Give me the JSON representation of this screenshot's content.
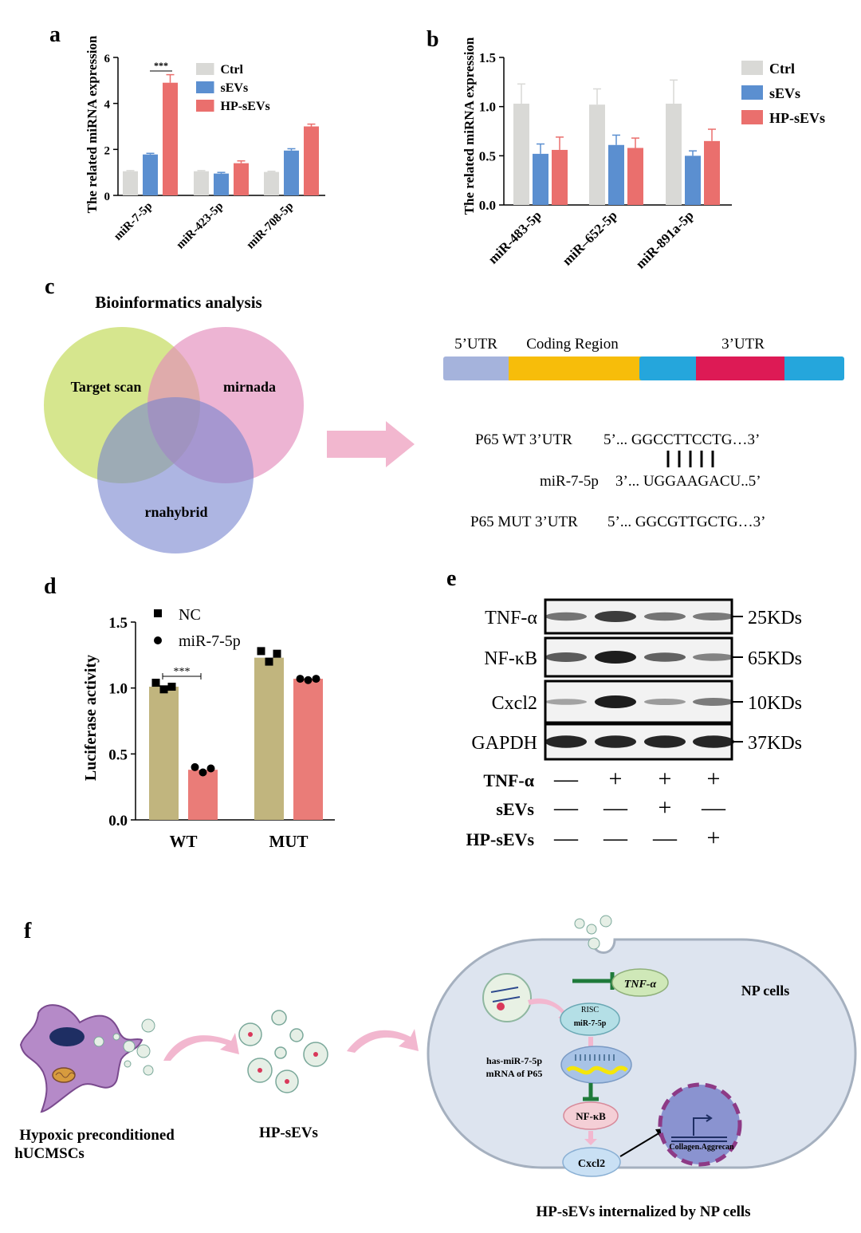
{
  "panel_letters": {
    "a": "a",
    "b": "b",
    "c": "c",
    "d": "d",
    "e": "e",
    "f": "f"
  },
  "colors": {
    "ctrl": "#d9d9d6",
    "sevs": "#5b8fd0",
    "hpsevs": "#ea6f6d",
    "nc_bar": "#c1b57e",
    "mir_bar": "#ea7c78",
    "venn_green": "#cfe27a",
    "venn_pink": "#eba4c8",
    "venn_blue": "#8f9bd6",
    "utr5": "#a5b3dc",
    "coding": "#f7bd0a",
    "utr3": "#25a6dc",
    "seed": "#dd1a55",
    "arrow": "#f2b7cf",
    "cell": "#dde4ef",
    "nucleus": "#8a93d0",
    "nucleus_border": "#8d3a86"
  },
  "chart_data": [
    {
      "panel": "a",
      "type": "bar",
      "categories": [
        "miR-7-5p",
        "miR-423-5p",
        "miR-708-5p"
      ],
      "series": [
        {
          "name": "Ctrl",
          "values": [
            1.05,
            1.05,
            1.02
          ],
          "errors": [
            0.03,
            0.03,
            0.03
          ]
        },
        {
          "name": "sEVs",
          "values": [
            1.78,
            0.95,
            1.95
          ],
          "errors": [
            0.05,
            0.05,
            0.08
          ]
        },
        {
          "name": "HP-sEVs",
          "values": [
            4.9,
            1.4,
            3.0
          ],
          "errors": [
            0.35,
            0.1,
            0.1
          ]
        }
      ],
      "ylabel": "The related miRNA expression",
      "ylim": [
        0,
        6
      ],
      "yticks": [
        0,
        2,
        4,
        6
      ],
      "annotation": "***",
      "legend_placement": "top-right"
    },
    {
      "panel": "b",
      "type": "bar",
      "categories": [
        "miR-483-5p",
        "miR–652-5p",
        "miR-891a-5p"
      ],
      "series": [
        {
          "name": "Ctrl",
          "values": [
            1.03,
            1.02,
            1.03
          ],
          "errors": [
            0.2,
            0.16,
            0.24
          ]
        },
        {
          "name": "sEVs",
          "values": [
            0.52,
            0.61,
            0.5
          ],
          "errors": [
            0.1,
            0.1,
            0.05
          ]
        },
        {
          "name": "HP-sEVs",
          "values": [
            0.56,
            0.58,
            0.65
          ],
          "errors": [
            0.13,
            0.1,
            0.12
          ]
        }
      ],
      "ylabel": "The related miRNA expression",
      "ylim": [
        0,
        1.5
      ],
      "yticks": [
        "0.0",
        "0.5",
        "1.0",
        "1.5"
      ],
      "legend_placement": "right"
    },
    {
      "panel": "d",
      "type": "bar",
      "categories": [
        "WT",
        "MUT"
      ],
      "series": [
        {
          "name": "NC",
          "values": [
            1.01,
            1.23
          ],
          "points": [
            [
              1.04,
              0.99,
              1.01
            ],
            [
              1.28,
              1.2,
              1.26
            ]
          ]
        },
        {
          "name": "miR-7-5p",
          "values": [
            0.38,
            1.07
          ],
          "points": [
            [
              0.4,
              0.36,
              0.39
            ],
            [
              1.07,
              1.06,
              1.07
            ]
          ]
        }
      ],
      "ylabel": "Luciferase activity",
      "ylim": [
        0,
        1.5
      ],
      "yticks": [
        "0.0",
        "0.5",
        "1.0",
        "1.5"
      ],
      "annotation": "***",
      "legend_placement": "top-left"
    }
  ],
  "panel_c": {
    "title": "Bioinformatics analysis",
    "venn_labels": [
      "Target scan",
      "mirnada",
      "rnahybrid"
    ],
    "utr_labels": [
      "5’UTR",
      "Coding Region",
      "3’UTR"
    ],
    "wt_label": "P65 WT 3’UTR",
    "wt_seq": "5’... GGCCTTCCTG…3’",
    "mir_label": "miR-7-5p",
    "mir_seq": "3’... UGGAAGACU..5’",
    "mut_label": "P65 MUT 3’UTR",
    "mut_seq": "5’... GGCGTTGCTG…3’"
  },
  "panel_e": {
    "proteins": [
      "TNF-α",
      "NF-κB",
      "Cxcl2",
      "GAPDH"
    ],
    "sizes": [
      "25KDs",
      "65KDs",
      "10KDs",
      "37KDs"
    ],
    "band_intensity": [
      [
        0.45,
        0.8,
        0.45,
        0.4
      ],
      [
        0.6,
        1.0,
        0.55,
        0.35
      ],
      [
        0.15,
        1.0,
        0.2,
        0.4
      ],
      [
        0.95,
        0.95,
        0.95,
        0.95
      ]
    ],
    "treatments": [
      {
        "name": "TNF-α",
        "signs": [
          "—",
          "+",
          "+",
          "+"
        ]
      },
      {
        "name": "sEVs",
        "signs": [
          "—",
          "—",
          "+",
          "—"
        ]
      },
      {
        "name": "HP-sEVs",
        "signs": [
          "—",
          "—",
          "—",
          "+"
        ]
      }
    ]
  },
  "panel_f": {
    "cell_label": "Hypoxic preconditioned hUCMSCs",
    "hp_sevs": "HP-sEVs",
    "np_cells": "NP cells",
    "tnf": "TNF-α",
    "risc": "RISC",
    "risc_mir": "miR-7-5p",
    "has_mir": "has-miR-7-5p",
    "mrna": "mRNA of P65",
    "nfkb": "NF-κB",
    "cxcl2": "Cxcl2",
    "gene": "Collagen.Aggrecan",
    "caption": "HP-sEVs internalized by NP cells"
  }
}
